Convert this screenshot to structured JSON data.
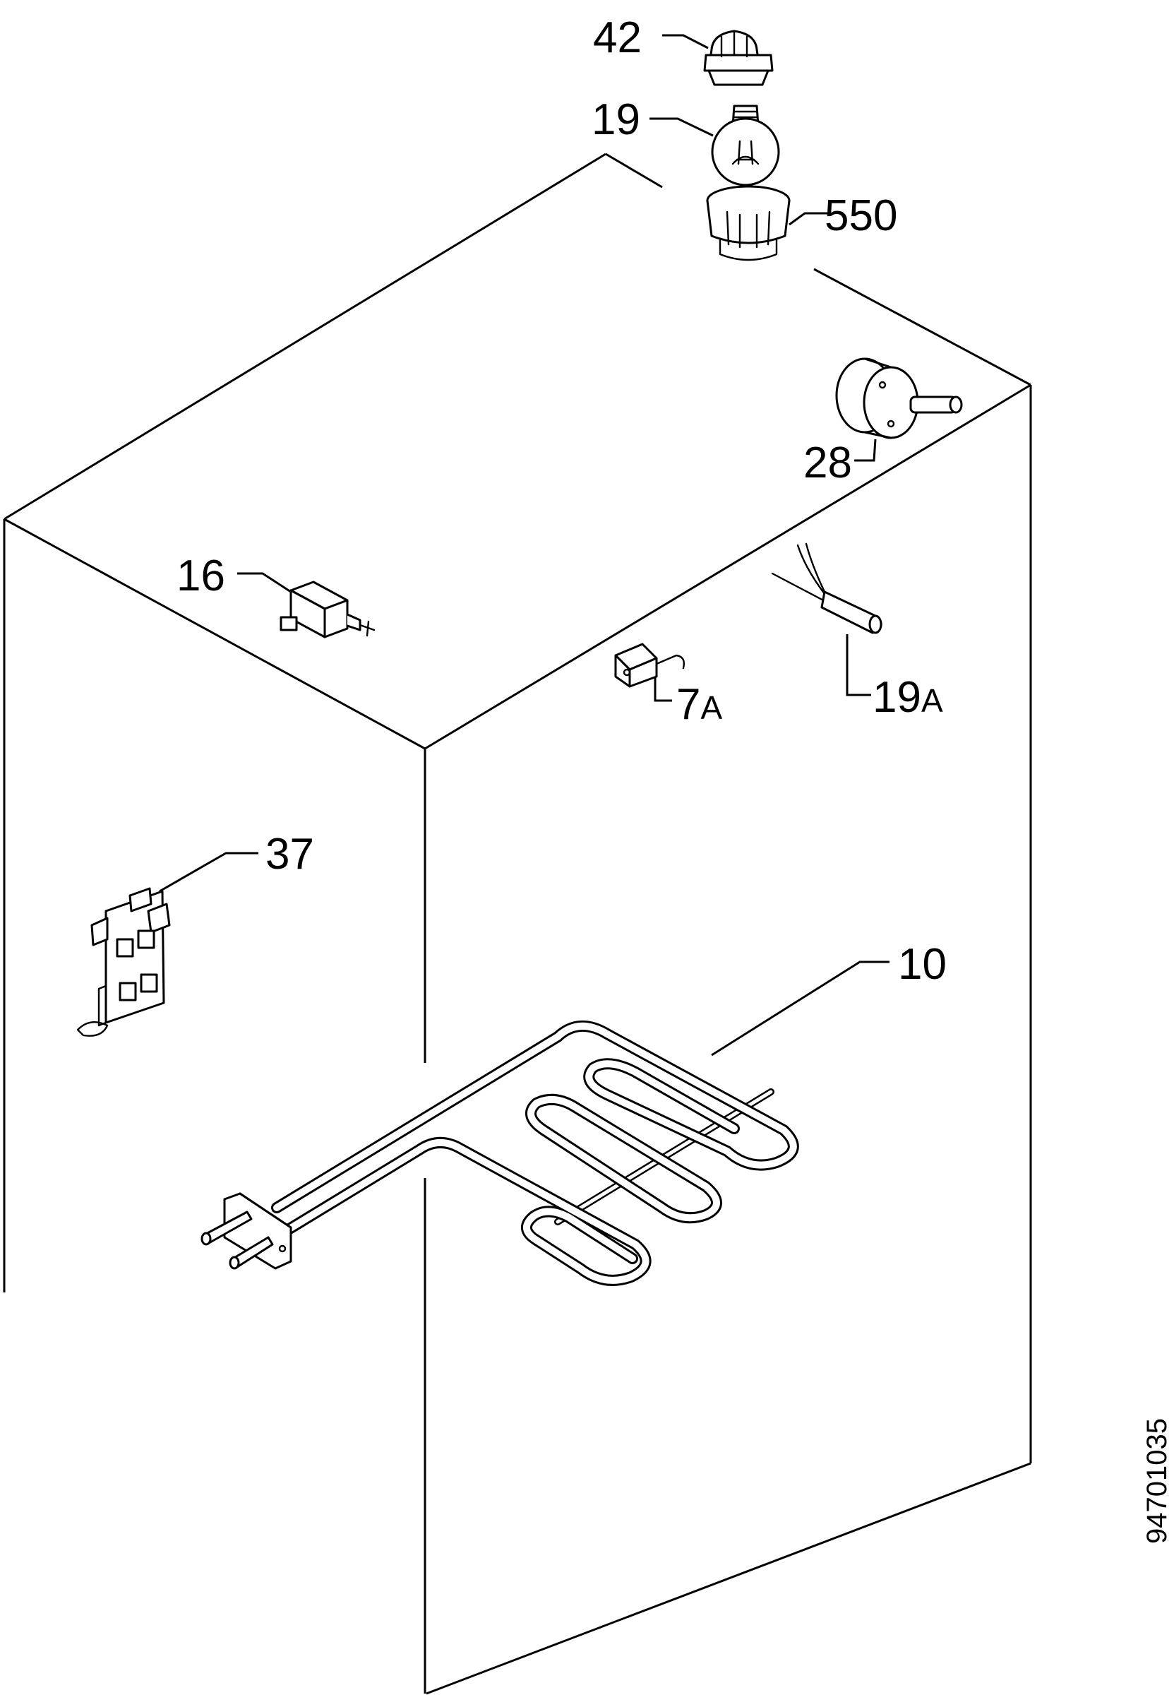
{
  "diagram": {
    "document_number": "94701035",
    "parts": [
      {
        "id": "lamp-cover",
        "label": "42"
      },
      {
        "id": "lamp-bulb",
        "label": "19"
      },
      {
        "id": "lamp-holder",
        "label": "550"
      },
      {
        "id": "thermostat",
        "label": "28"
      },
      {
        "id": "push-switch",
        "label": "16"
      },
      {
        "id": "door-switch",
        "label": "7",
        "suffix": "A"
      },
      {
        "id": "temperature-sensor",
        "label": "19",
        "suffix": "A"
      },
      {
        "id": "terminal-block",
        "label": "37"
      },
      {
        "id": "grill-element",
        "label": "10"
      }
    ]
  }
}
